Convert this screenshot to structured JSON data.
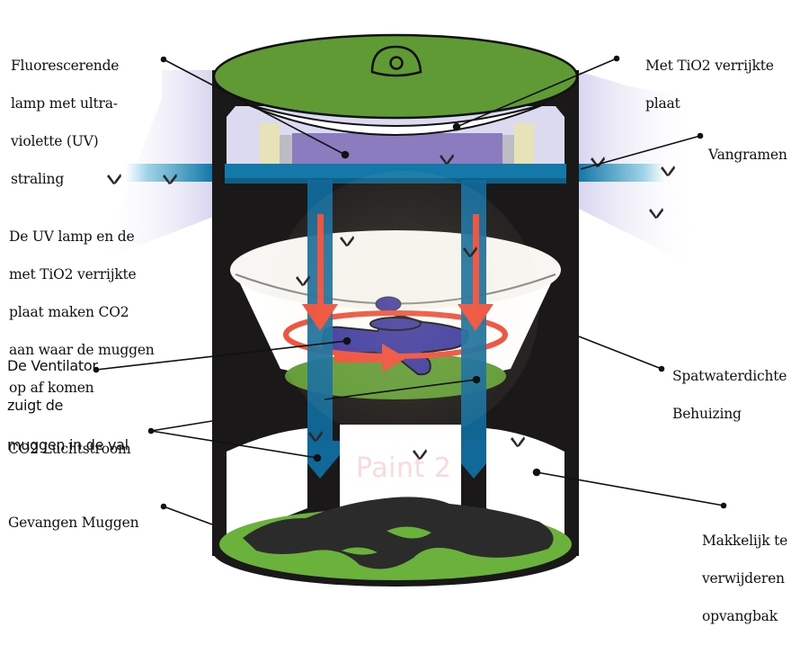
{
  "diagram": {
    "title": "Muggenval met UV-lamp en TiO2-plaat",
    "subject": "cylindrical mosquito trap cross-section",
    "colors": {
      "housing": "#1a1818",
      "lid_green": "#5f9a34",
      "bottom_green": "#6ab23c",
      "uv_lamp_purple": "#8a7cbf",
      "lamp_caps": "#e8e2b8",
      "airflow_blue": "#11699a",
      "band_blue": "#1479a8",
      "fan_blue": "#3a36a0",
      "swirl_red": "#f04a36",
      "uv_beam_lavender": "#dcdaf0",
      "insect": "#2a2828"
    },
    "labels": {
      "uv_lamp": {
        "lines": [
          "Fluorescerende",
          "lamp met ultra-",
          "violette (UV)",
          "straling"
        ]
      },
      "tio2_plate": {
        "lines": [
          "Met TiO2 verrijkte",
          "plaat"
        ]
      },
      "catch_windows": {
        "lines": [
          "Vangramen"
        ]
      },
      "co2_production": {
        "lines": [
          "De UV lamp en de",
          "met TiO2 verrijkte",
          "plaat maken CO2",
          "aan waar de muggen",
          "op af komen"
        ]
      },
      "fan": {
        "lines": [
          "De Ventilator",
          "zuigt de",
          "muggen in de val"
        ]
      },
      "airflow": {
        "lines": [
          "CO2 Luchtstroom"
        ]
      },
      "caught_mosquitoes": {
        "lines": [
          "Gevangen Muggen"
        ]
      },
      "housing": {
        "lines": [
          "Spatwaterdichte",
          "Behuizing"
        ]
      },
      "removable_tray": {
        "lines": [
          "Makkelijk te",
          "verwijderen",
          "opvangbak"
        ]
      }
    },
    "watermark": "Paint 2"
  }
}
